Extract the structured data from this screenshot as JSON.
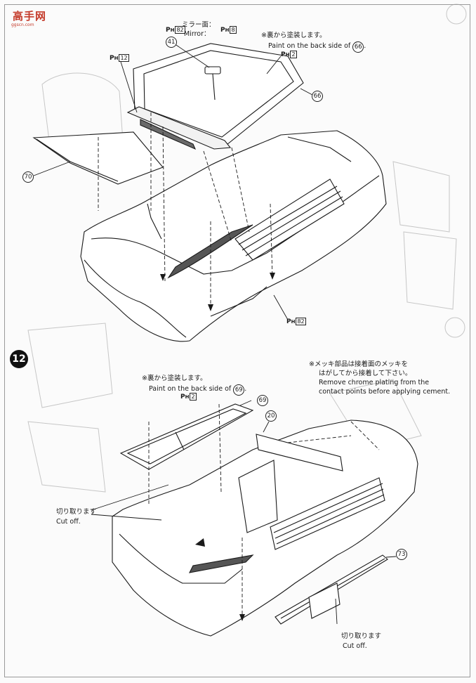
{
  "logo": {
    "text": "高手网",
    "url": "ggscn.com"
  },
  "step": {
    "number": "12"
  },
  "top": {
    "mirror_face_jp": "ミラー面：",
    "mirror_en": "Mirror：",
    "ph_mirror_left": "82",
    "ph_mirror_right": "8",
    "part_41": "41",
    "note_jp": "※裏から塗装します。",
    "note_en": "Paint on the back side of",
    "note_part": "66",
    "ph_note": "2",
    "part_66": "66",
    "ph_left": "12",
    "part_70": "70",
    "ph_bottom": "82"
  },
  "bottom": {
    "note_jp": "※裏から塗装します。",
    "note_en": "Paint on the back side of",
    "note_part": "69",
    "ph_note": "2",
    "part_69": "69",
    "part_20": "20",
    "chrome_jp1": "※メッキ部品は接着面のメッキを",
    "chrome_jp2": "はがしてから接着して下さい。",
    "chrome_en1": "Remove chrome plating from the",
    "chrome_en2": "contact points before applying cement.",
    "cut_left_jp": "切り取ります",
    "cut_left_en": "Cut off.",
    "part_73": "73",
    "cut_right_jp": "切り取ります",
    "cut_right_en": "Cut off."
  }
}
